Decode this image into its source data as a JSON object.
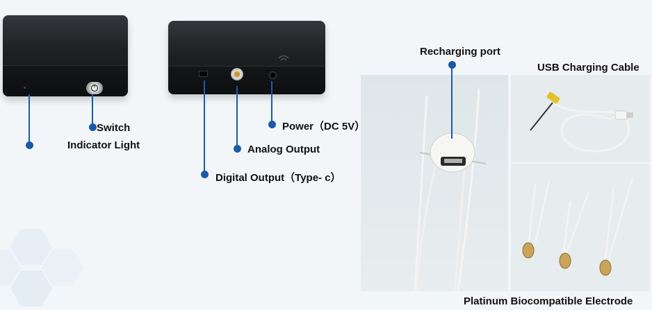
{
  "labels": {
    "switch": "Switch",
    "indicator_light": "Indicator Light",
    "power": "Power（DC 5V）",
    "analog_output": "Analog Output",
    "digital_output": "Digital Output（Type- c）",
    "recharging_port": "Recharging port",
    "usb_cable": "USB Charging Cable",
    "electrode": "Platinum Biocompatible Electrode"
  },
  "colors": {
    "accent": "#1a5aa8",
    "background": "#f3f6f9",
    "device": "#1e2023"
  },
  "icons": {
    "power_button": "power-icon",
    "wireless_logo": "wireless-icon"
  }
}
